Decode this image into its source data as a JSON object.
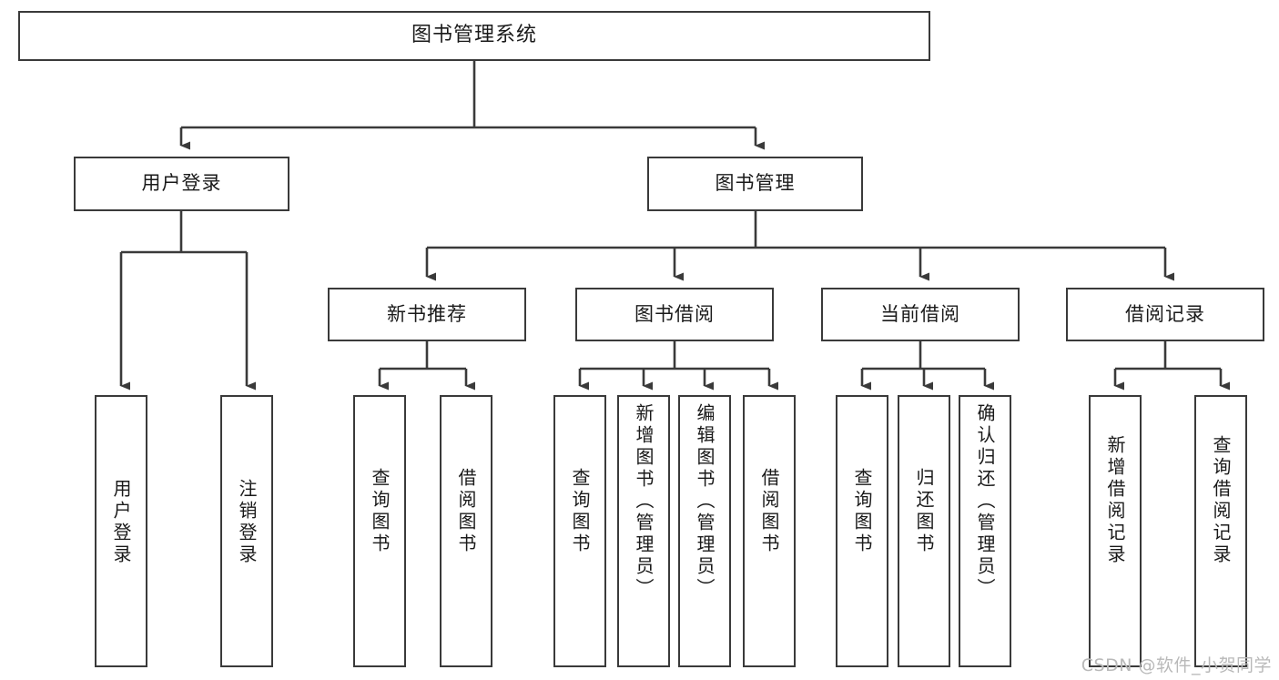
{
  "diagram": {
    "title": "图书管理系统",
    "type": "tree-hierarchy",
    "stroke_color": "#3a3a3a",
    "fill_color": "#ffffff",
    "text_color": "#1a1a1a"
  },
  "root": {
    "label": "图书管理系统"
  },
  "level2": [
    {
      "label": "用户登录"
    },
    {
      "label": "图书管理"
    }
  ],
  "level3": [
    {
      "label": "新书推荐"
    },
    {
      "label": "图书借阅"
    },
    {
      "label": "当前借阅"
    },
    {
      "label": "借阅记录"
    }
  ],
  "leaves": [
    {
      "label": "用户登录",
      "parent": "用户登录"
    },
    {
      "label": "注销登录",
      "parent": "用户登录"
    },
    {
      "label": "查询图书",
      "parent": "新书推荐"
    },
    {
      "label": "借阅图书",
      "parent": "新书推荐"
    },
    {
      "label": "查询图书",
      "parent": "图书借阅"
    },
    {
      "label": "新增图书（管理员）",
      "parent": "图书借阅"
    },
    {
      "label": "编辑图书（管理员）",
      "parent": "图书借阅"
    },
    {
      "label": "借阅图书",
      "parent": "图书借阅"
    },
    {
      "label": "查询图书",
      "parent": "当前借阅"
    },
    {
      "label": "归还图书",
      "parent": "当前借阅"
    },
    {
      "label": "确认归还（管理员）",
      "parent": "当前借阅"
    },
    {
      "label": "新增借阅记录",
      "parent": "借阅记录"
    },
    {
      "label": "查询借阅记录",
      "parent": "借阅记录"
    }
  ],
  "watermark": {
    "text": "CSDN @软件_小贺同学"
  }
}
